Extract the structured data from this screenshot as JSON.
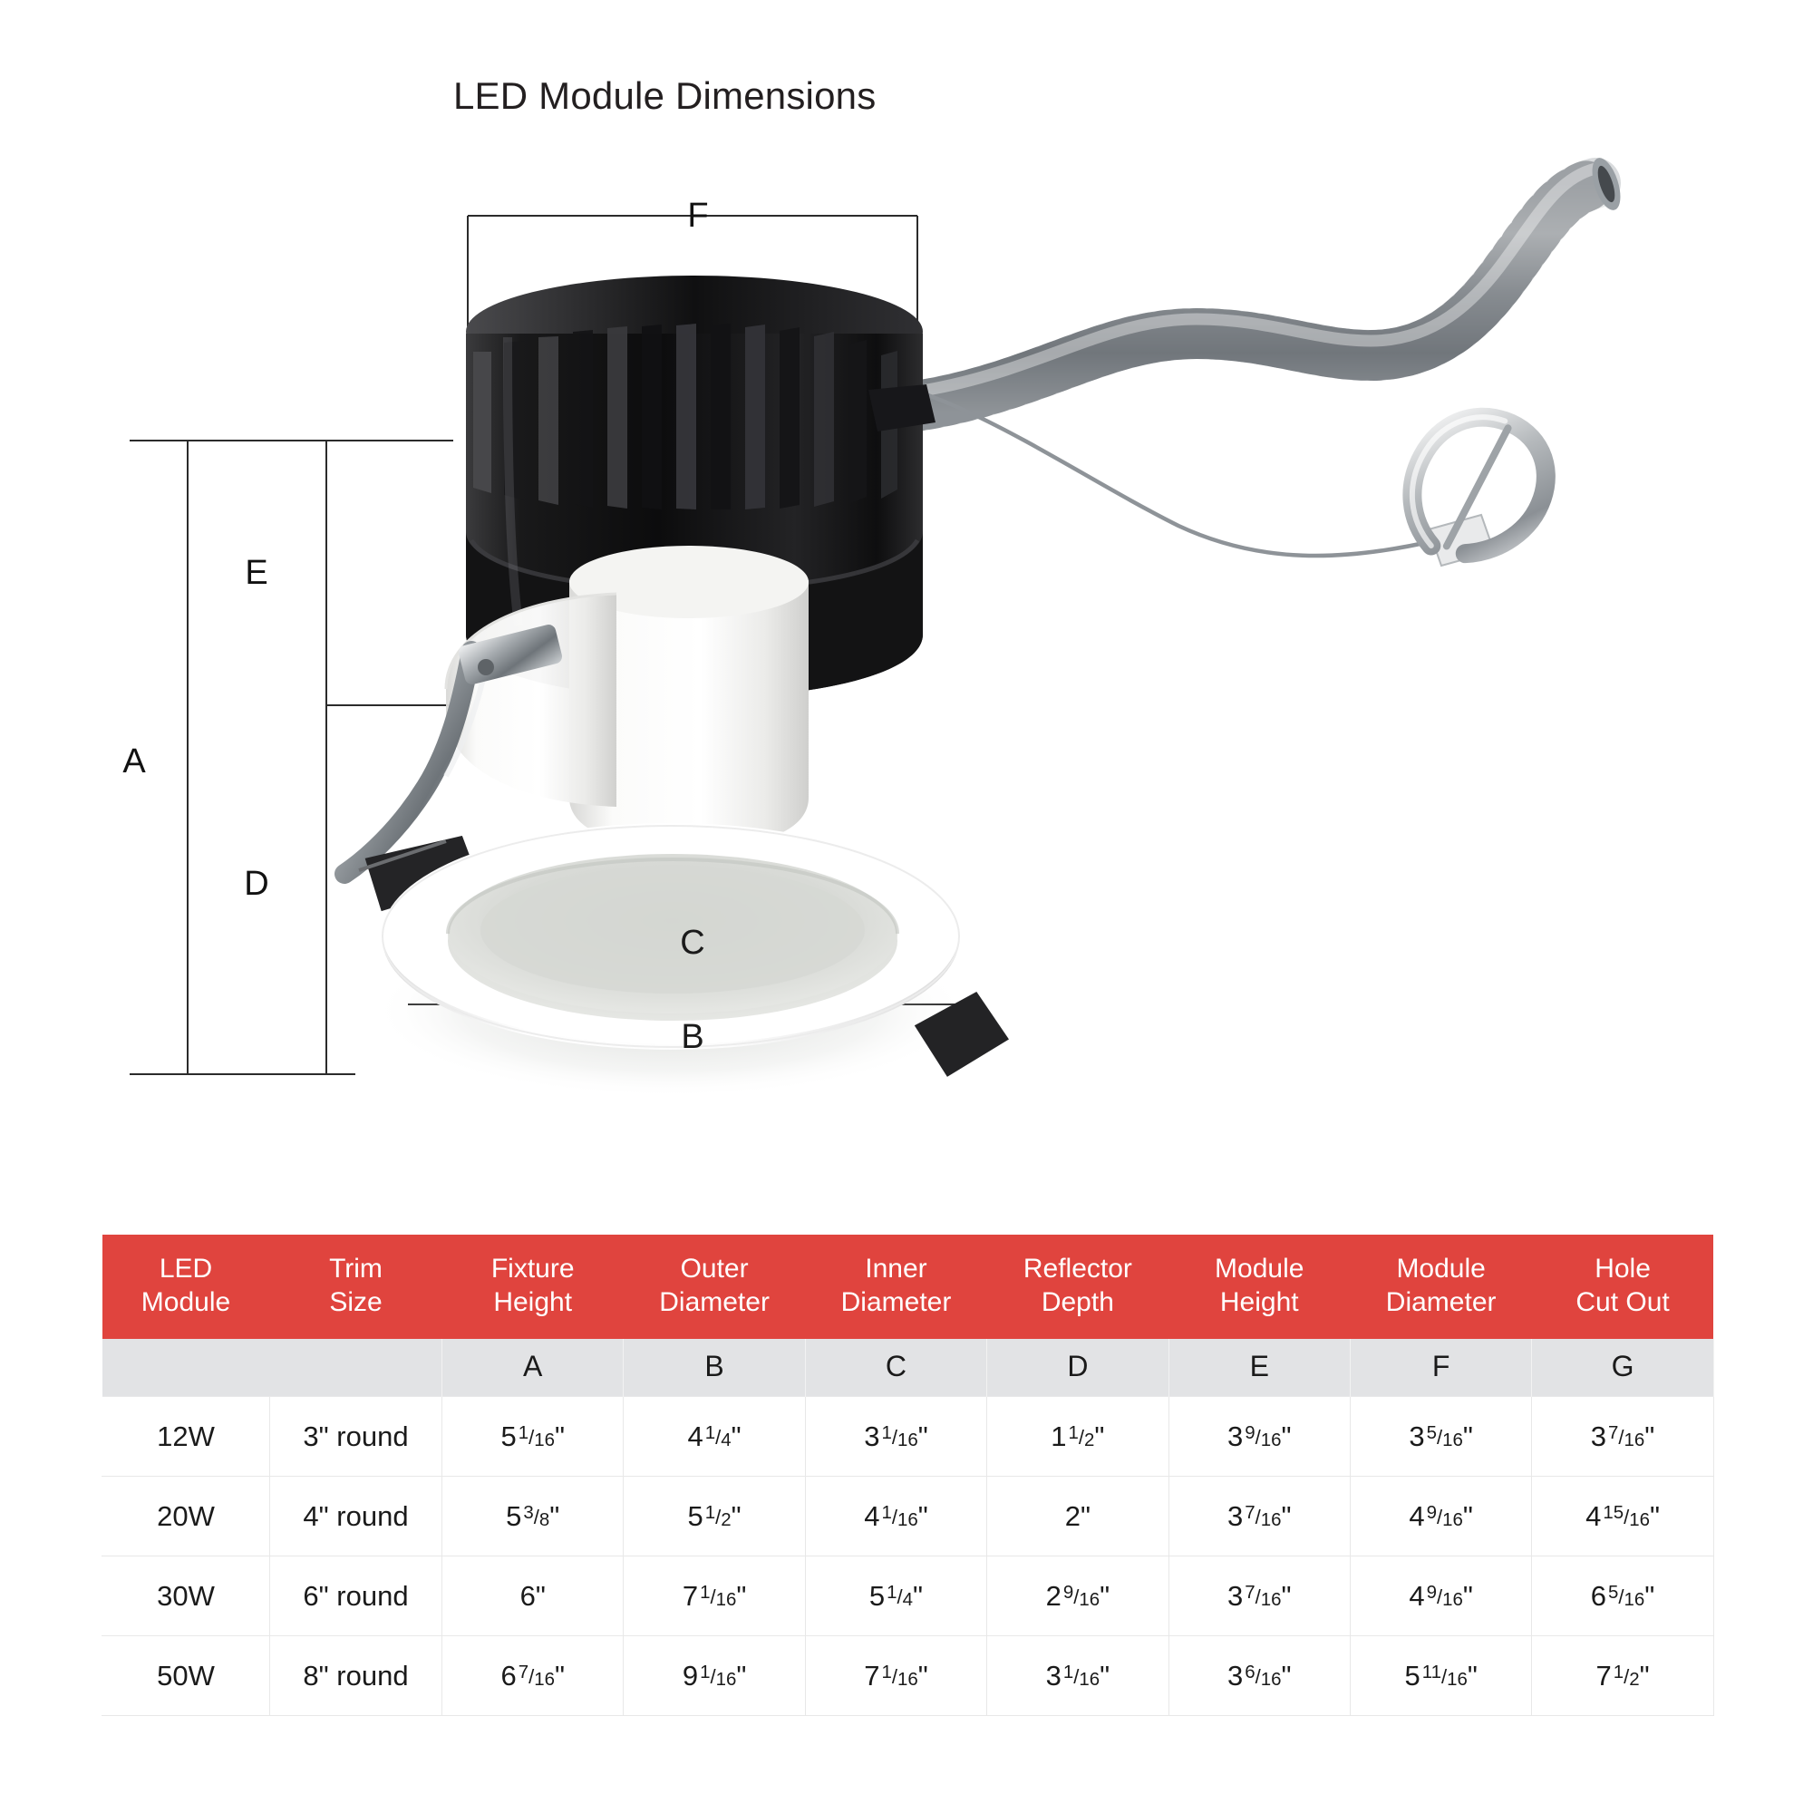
{
  "title": "LED Module Dimensions",
  "diagram": {
    "labels": [
      {
        "id": "F",
        "text": "F",
        "role": "module-diameter-top-dimension"
      },
      {
        "id": "E",
        "text": "E",
        "role": "module-height-dimension"
      },
      {
        "id": "A",
        "text": "A",
        "role": "fixture-height-dimension"
      },
      {
        "id": "D",
        "text": "D",
        "role": "reflector-depth-dimension"
      },
      {
        "id": "C",
        "text": "C",
        "role": "inner-diameter-dimension"
      },
      {
        "id": "B",
        "text": "B",
        "role": "outer-diameter-dimension"
      }
    ]
  },
  "table": {
    "accent_color": "#e0443e",
    "subheader_color": "#e2e3e5",
    "headers": [
      {
        "line1": "LED",
        "line2": "Module"
      },
      {
        "line1": "Trim",
        "line2": "Size"
      },
      {
        "line1": "Fixture",
        "line2": "Height"
      },
      {
        "line1": "Outer",
        "line2": "Diameter"
      },
      {
        "line1": "Inner",
        "line2": "Diameter"
      },
      {
        "line1": "Reflector",
        "line2": "Depth"
      },
      {
        "line1": "Module",
        "line2": "Height"
      },
      {
        "line1": "Module",
        "line2": "Diameter"
      },
      {
        "line1": "Hole",
        "line2": "Cut Out"
      }
    ],
    "letters": [
      "",
      "",
      "A",
      "B",
      "C",
      "D",
      "E",
      "F",
      "G"
    ],
    "rows": [
      {
        "module": "12W",
        "trim": "3\" round",
        "A": {
          "whole": "5",
          "num": "1",
          "den": "16"
        },
        "B": {
          "whole": "4",
          "num": "1",
          "den": "4"
        },
        "C": {
          "whole": "3",
          "num": "1",
          "den": "16"
        },
        "D": {
          "whole": "1",
          "num": "1",
          "den": "2"
        },
        "E": {
          "whole": "3",
          "num": "9",
          "den": "16"
        },
        "F": {
          "whole": "3",
          "num": "5",
          "den": "16"
        },
        "G": {
          "whole": "3",
          "num": "7",
          "den": "16"
        }
      },
      {
        "module": "20W",
        "trim": "4\" round",
        "A": {
          "whole": "5",
          "num": "3",
          "den": "8"
        },
        "B": {
          "whole": "5",
          "num": "1",
          "den": "2"
        },
        "C": {
          "whole": "4",
          "num": "1",
          "den": "16"
        },
        "D": {
          "whole": "2",
          "num": "",
          "den": ""
        },
        "E": {
          "whole": "3",
          "num": "7",
          "den": "16"
        },
        "F": {
          "whole": "4",
          "num": "9",
          "den": "16"
        },
        "G": {
          "whole": "4",
          "num": "15",
          "den": "16"
        }
      },
      {
        "module": "30W",
        "trim": "6\" round",
        "A": {
          "whole": "6",
          "num": "",
          "den": ""
        },
        "B": {
          "whole": "7",
          "num": "1",
          "den": "16"
        },
        "C": {
          "whole": "5",
          "num": "1",
          "den": "4"
        },
        "D": {
          "whole": "2",
          "num": "9",
          "den": "16"
        },
        "E": {
          "whole": "3",
          "num": "7",
          "den": "16"
        },
        "F": {
          "whole": "4",
          "num": "9",
          "den": "16"
        },
        "G": {
          "whole": "6",
          "num": "5",
          "den": "16"
        }
      },
      {
        "module": "50W",
        "trim": "8\" round",
        "A": {
          "whole": "6",
          "num": "7",
          "den": "16"
        },
        "B": {
          "whole": "9",
          "num": "1",
          "den": "16"
        },
        "C": {
          "whole": "7",
          "num": "1",
          "den": "16"
        },
        "D": {
          "whole": "3",
          "num": "1",
          "den": "16"
        },
        "E": {
          "whole": "3",
          "num": "6",
          "den": "16"
        },
        "F": {
          "whole": "5",
          "num": "11",
          "den": "16"
        },
        "G": {
          "whole": "7",
          "num": "1",
          "den": "2"
        }
      }
    ]
  }
}
